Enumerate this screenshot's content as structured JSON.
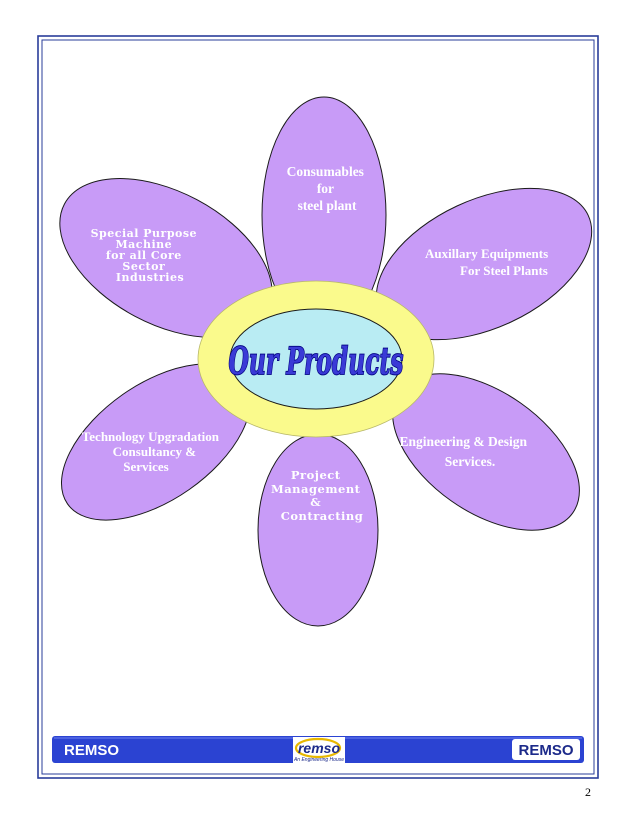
{
  "diagram": {
    "center_title": "Our Products",
    "petals": {
      "top": [
        "Consumables",
        "for",
        "steel plant"
      ],
      "upper_left": [
        "Special Purpose",
        "Machine",
        "for all Core",
        "Sector",
        "Industries"
      ],
      "upper_right": [
        "Auxillary Equipments",
        "For Steel Plants"
      ],
      "lower_left": [
        "Technology Upgradation",
        "Consultancy &",
        "Services"
      ],
      "lower_right": [
        "Engineering & Design",
        "Services."
      ],
      "bottom": [
        "Project",
        "Management",
        "&",
        "Contracting"
      ]
    },
    "colors": {
      "petal_fill": "#c89bf7",
      "petal_stroke": "#1a1a1a",
      "ring_fill": "#fafa8c",
      "center_fill": "#b9ecf3",
      "border": "#2a3d9a",
      "footer_fill": "#2b43d2"
    }
  },
  "footer": {
    "left_brand": "REMSO",
    "right_brand": "REMSO",
    "logo_text": "remso",
    "logo_tagline": "An Engineering House"
  },
  "page_number": "2"
}
